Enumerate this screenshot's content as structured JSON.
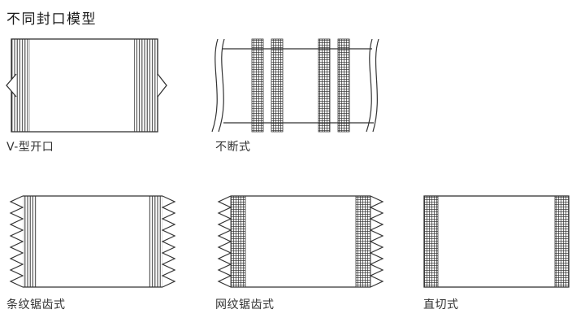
{
  "page": {
    "title": "不同封口模型",
    "background": "#ffffff",
    "line_color": "#333333",
    "text_color": "#1a1a1a"
  },
  "figures": [
    {
      "id": "v-notch-seal",
      "label": "V-型开口"
    },
    {
      "id": "continuous-seal",
      "label": "不断式"
    },
    {
      "id": "stripe-serrated-seal",
      "label": "条纹锯齿式"
    },
    {
      "id": "mesh-serrated-seal",
      "label": "网纹锯齿式"
    },
    {
      "id": "straight-cut-seal",
      "label": "直切式"
    }
  ]
}
